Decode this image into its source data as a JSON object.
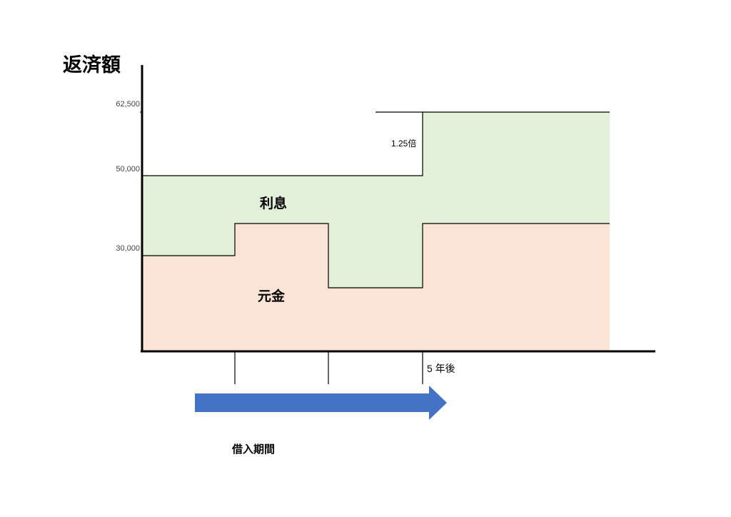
{
  "diagram": {
    "title": "返済額",
    "y_ticks": [
      "62,500",
      "50,000",
      "30,000"
    ],
    "region_labels": {
      "interest": "利息",
      "principal": "元金"
    },
    "multiplier_label": "1.25倍",
    "x_marker_label": "5 年後",
    "arrow_label": "借入期間",
    "colors": {
      "interest": "#e2efd9",
      "principal": "#fbe3d6",
      "arrow": "#4472c4",
      "axis": "#000000"
    }
  }
}
